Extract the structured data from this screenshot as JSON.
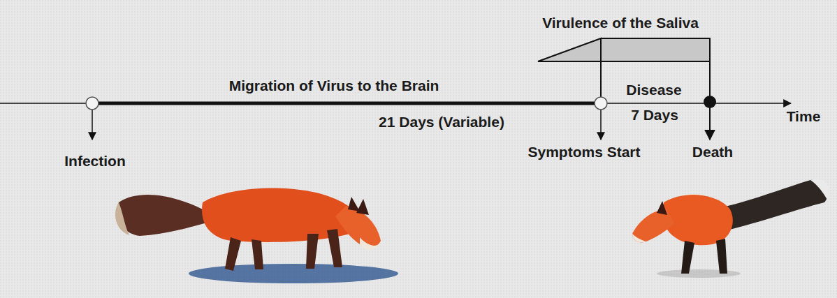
{
  "diagram": {
    "labels": [
      "Virulence of the Saliva",
      "Migration of Virus to the Brain",
      "Disease",
      "21 Days (Variable)",
      "7 Days",
      "Time",
      "Infection",
      "Symptoms Start",
      "Death"
    ]
  }
}
